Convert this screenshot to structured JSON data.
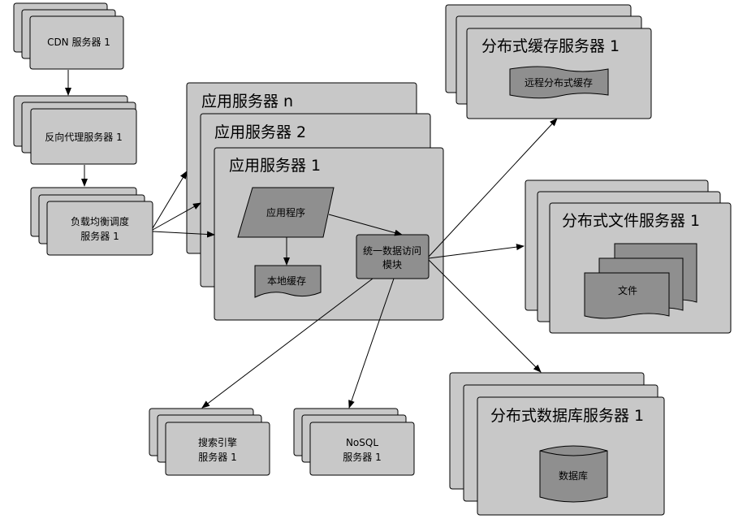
{
  "nodes": {
    "cdn": {
      "label": "CDN 服务器 1"
    },
    "proxy": {
      "label": "反向代理服务器 1"
    },
    "lb": {
      "line1": "负载均衡调度",
      "line2": "服务器 1"
    },
    "app_n": {
      "label": "应用服务器 n"
    },
    "app_2": {
      "label": "应用服务器 2"
    },
    "app_1": {
      "label": "应用服务器 1"
    },
    "app_program": {
      "label": "应用程序"
    },
    "local_cache": {
      "label": "本地缓存"
    },
    "data_access": {
      "line1": "统一数据访问",
      "line2": "模块"
    },
    "cache_server": {
      "label": "分布式缓存服务器 1"
    },
    "remote_cache": {
      "label": "远程分布式缓存"
    },
    "file_server": {
      "label": "分布式文件服务器 1"
    },
    "file": {
      "label": "文件"
    },
    "db_server": {
      "label": "分布式数据库服务器 1"
    },
    "database": {
      "label": "数据库"
    },
    "search": {
      "line1": "搜索引擎",
      "line2": "服务器 1"
    },
    "nosql": {
      "line1": "NoSQL",
      "line2": "服务器 1"
    }
  }
}
